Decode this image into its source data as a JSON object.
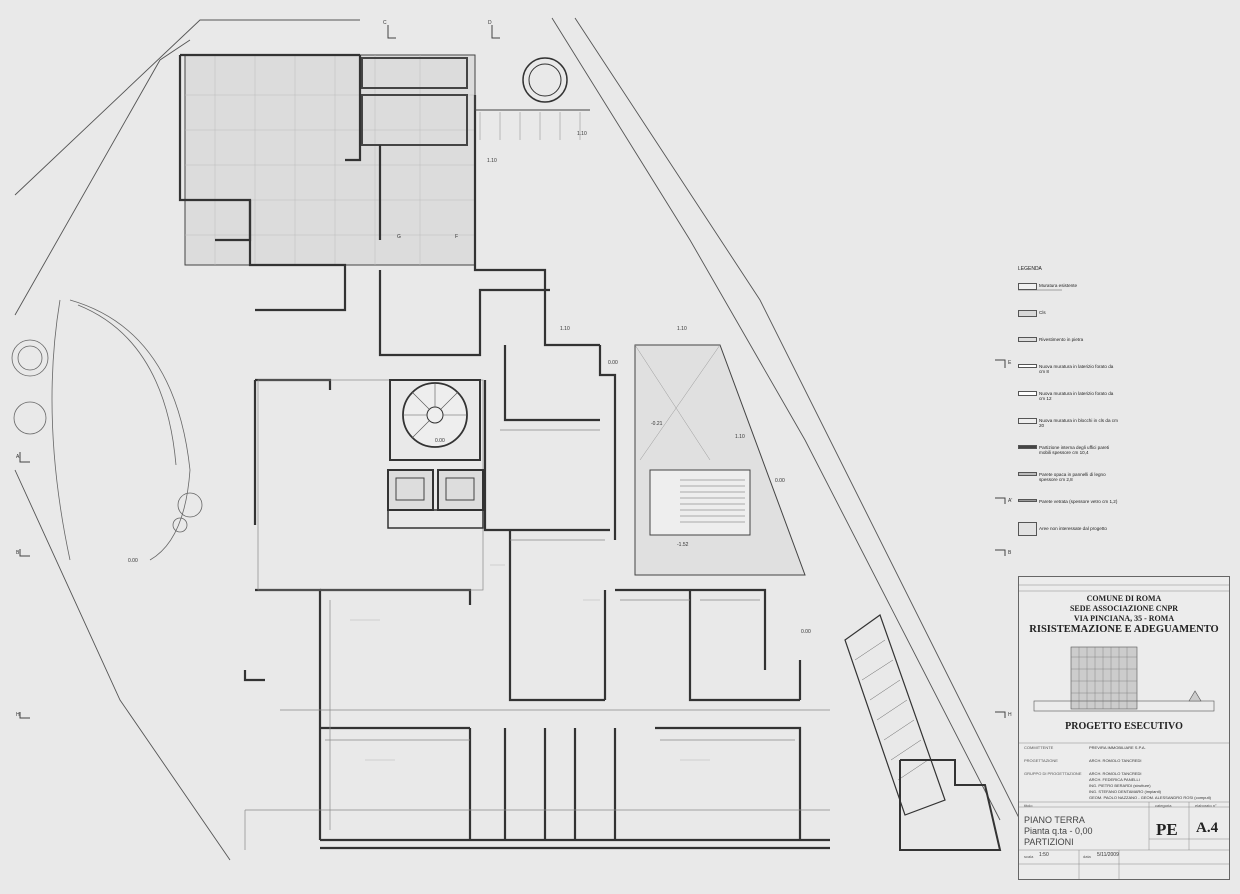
{
  "legend": {
    "title": "LEGENDA",
    "items": [
      "Muratura esistente",
      "Cls",
      "Rivestimento in pietra",
      "Nuova muratura in laterizio forato da cm 8",
      "Nuova muratura in laterizio forato da cm 12",
      "Nuova muratura in blocchi in cls da cm 20",
      "Partizione interna degli uffici pareti mobili spessore cm 10,4",
      "Parete opaca in pannelli di legno spessore cm 2,8",
      "Parete vetrata (spessore vetro cm 1,2)",
      "Aree non interessate dal progetto"
    ]
  },
  "titleblock": {
    "line1": "COMUNE DI ROMA",
    "line2": "SEDE ASSOCIAZIONE CNPR",
    "line3": "VIA PINCIANA, 35 - ROMA",
    "line4": "RISISTEMAZIONE E ADEGUAMENTO",
    "phase": "PROGETTO ESECUTIVO",
    "committente_label": "COMMITTENTE",
    "committente": "PREVIRA IMMOBILIARE S.P.A.",
    "progettista_label": "PROGETTAZIONE",
    "progettista": "ARCH. ROMOLO TANCREDI",
    "gruppo_label": "GRUPPO DI PROGETTAZIONE",
    "gruppo": [
      "ARCH. ROMOLO TANCREDI",
      "ARCH. FEDERICA PANELLI",
      "ING. PIETRO BERARDI (strutture)",
      "ING. STEFANO DENTAMARO (impianti)",
      "GEOM. PAOLO NAZZANO - GEOM. ALESSANDRO ROSI (computi)"
    ],
    "titolo_label": "titolo",
    "categoria_label": "categoria",
    "elaborato_label": "elaborato n°",
    "title1": "PIANO TERRA",
    "title2": "Pianta q.ta - 0,00",
    "title3": "PARTIZIONI",
    "code1": "PE",
    "code2": "A.4",
    "scale_label": "scala",
    "scale": "1:50",
    "date_label": "data",
    "date": "5/11/2009"
  },
  "labels": {
    "q110a": "1.10",
    "q110b": "1.10",
    "q110c": "1.10",
    "q110d": "1.10",
    "q110e": "1.10",
    "q000a": "0.00",
    "q000b": "0.00",
    "q000c": "0.00",
    "q000d": "0.00",
    "q000e": "0.00",
    "q021": "-0.21",
    "q152": "-1.52"
  },
  "sections": {
    "A": "A",
    "A2": "A'",
    "B": "B",
    "B2": "B",
    "C": "C",
    "D": "D",
    "E": "E",
    "F": "F",
    "G": "G",
    "H": "H",
    "H2": "H"
  }
}
